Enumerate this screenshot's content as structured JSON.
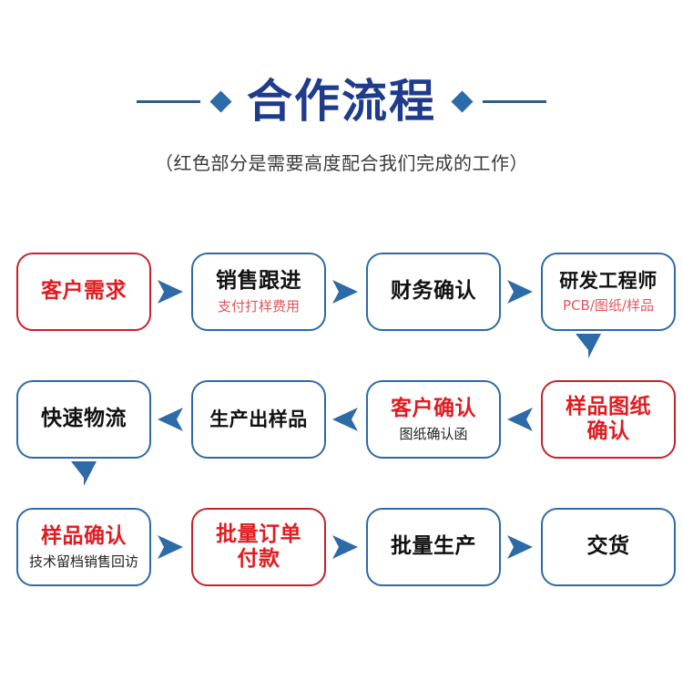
{
  "header": {
    "title": "合作流程",
    "subtitle": "（红色部分是需要高度配合我们完成的工作）",
    "left_diamond_icon": "diamond-icon",
    "right_diamond_icon": "diamond-icon"
  },
  "colors": {
    "title_blue": "#1f3c8c",
    "accent_blue": "#2c6aa8",
    "rule_blue": "#2a5f85",
    "highlight_red": "#e11b1f",
    "border_red": "#c6222a",
    "sub_red": "#e2565a",
    "text_dark": "#111111",
    "background": "#ffffff"
  },
  "flow": {
    "rows": [
      {
        "direction": "right",
        "nodes": [
          {
            "label": "客户需求",
            "sub": "",
            "border": "red",
            "label_color": "red",
            "sub_color": ""
          },
          {
            "label": "销售跟进",
            "sub": "支付打样费用",
            "border": "blue",
            "label_color": "dark",
            "sub_color": "red"
          },
          {
            "label": "财务确认",
            "sub": "",
            "border": "blue",
            "label_color": "dark",
            "sub_color": ""
          },
          {
            "label": "研发工程师",
            "sub": "PCB/图纸/样品",
            "border": "blue",
            "label_color": "dark",
            "sub_color": "red"
          }
        ]
      },
      {
        "direction": "left",
        "nodes": [
          {
            "label": "快速物流",
            "sub": "",
            "border": "blue",
            "label_color": "dark",
            "sub_color": ""
          },
          {
            "label": "生产出样品",
            "sub": "",
            "border": "blue",
            "label_color": "dark",
            "sub_color": ""
          },
          {
            "label": "客户确认",
            "sub": "图纸确认函",
            "border": "blue",
            "label_color": "red",
            "sub_color": "dark"
          },
          {
            "label": "样品图纸\n确认",
            "sub": "",
            "border": "red",
            "label_color": "red",
            "sub_color": ""
          }
        ]
      },
      {
        "direction": "right",
        "nodes": [
          {
            "label": "样品确认",
            "sub": "技术留档销售回访",
            "border": "blue",
            "label_color": "red",
            "sub_color": "dark"
          },
          {
            "label": "批量订单\n付款",
            "sub": "",
            "border": "red",
            "label_color": "red",
            "sub_color": ""
          },
          {
            "label": "批量生产",
            "sub": "",
            "border": "blue",
            "label_color": "dark",
            "sub_color": ""
          },
          {
            "label": "交货",
            "sub": "",
            "border": "blue",
            "label_color": "dark",
            "sub_color": ""
          }
        ]
      }
    ],
    "connectors": [
      {
        "name": "down-arrow-research-to-sample",
        "direction": "down"
      },
      {
        "name": "down-arrow-logistics-to-sample-confirm",
        "direction": "down"
      }
    ]
  }
}
